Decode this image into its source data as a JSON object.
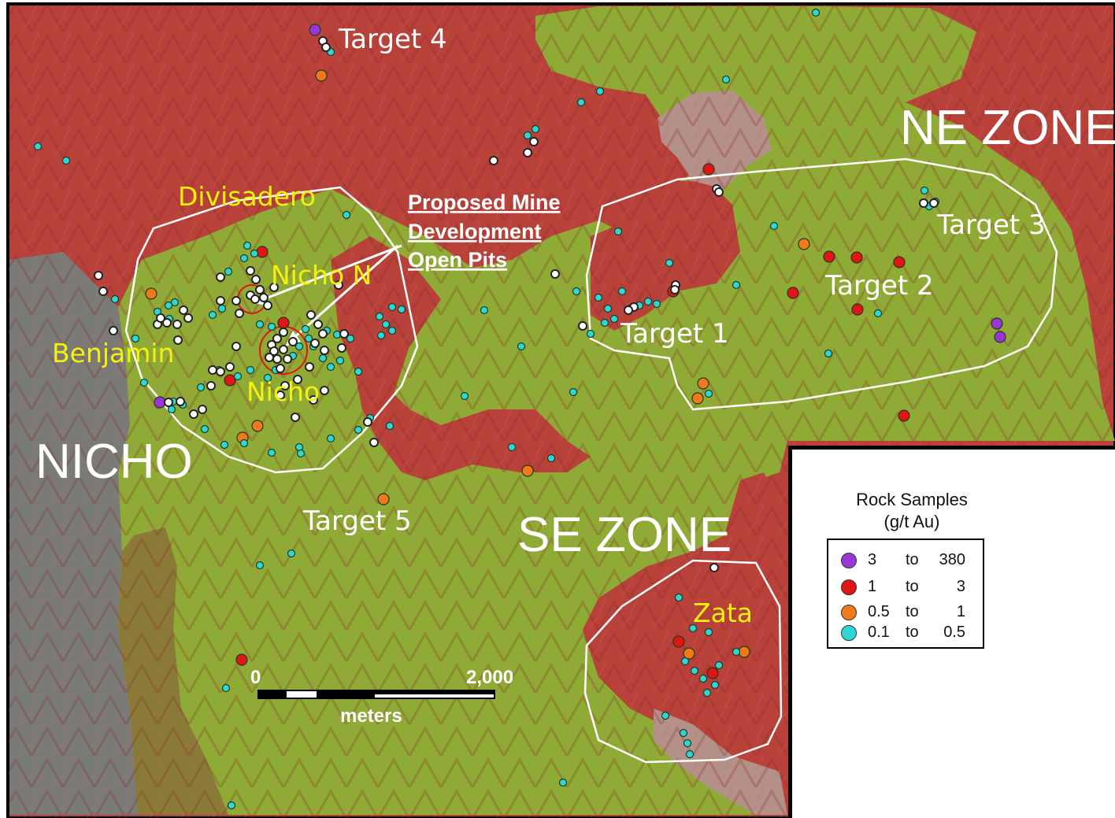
{
  "map": {
    "zones": {
      "nicho": "NICHO",
      "ne_zone": "NE ZONE",
      "se_zone": "SE ZONE"
    },
    "targets": {
      "target1": "Target 1",
      "target2": "Target 2",
      "target3": "Target 3",
      "target4": "Target 4",
      "target5": "Target 5"
    },
    "prospects": {
      "divisadero": "Divisadero",
      "nicho_n": "Nicho N",
      "benjamin": "Benjamin",
      "nicho": "Nicho",
      "zata": "Zata"
    },
    "callout": {
      "line1": "Proposed Mine",
      "line2": "Development",
      "line3": "Open Pits"
    },
    "scale_bar": {
      "start": "0",
      "end": "2,000",
      "unit": "meters"
    },
    "colors": {
      "red_zone": "#b8413a",
      "green_zone": "#8eac35",
      "gray_terrain": "#7a7a76",
      "brown_terrain": "#8a7a38",
      "pink_terrain": "#b39088"
    }
  },
  "legend": {
    "title_line1": "Rock Samples",
    "title_line2": "(g/t Au)",
    "items": [
      {
        "min": "3",
        "sep": "to",
        "max": "380",
        "color": "#9b36d6"
      },
      {
        "min": "1",
        "sep": "to",
        "max": "3",
        "color": "#e31414"
      },
      {
        "min": "0.5",
        "sep": "to",
        "max": "1",
        "color": "#f07a1a"
      },
      {
        "min": "0.1",
        "sep": "to",
        "max": "0.5",
        "color": "#2fd6d6"
      }
    ]
  }
}
